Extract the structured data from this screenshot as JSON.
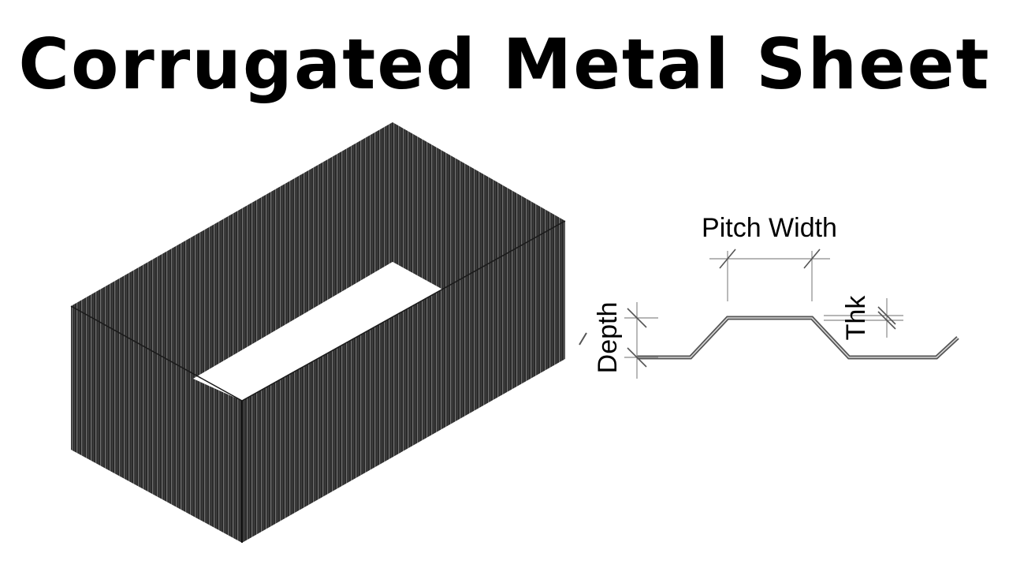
{
  "title": "Corrugated Metal Sheet",
  "profile": {
    "labels": {
      "pitch_width": "Pitch Width",
      "depth": "Depth",
      "thickness": "Thk"
    }
  },
  "colors": {
    "sheet_dark": "#2a2a2a",
    "sheet_rib_light": "#6e6e6e",
    "dimension_line": "#777777",
    "profile_line": "#555555"
  }
}
